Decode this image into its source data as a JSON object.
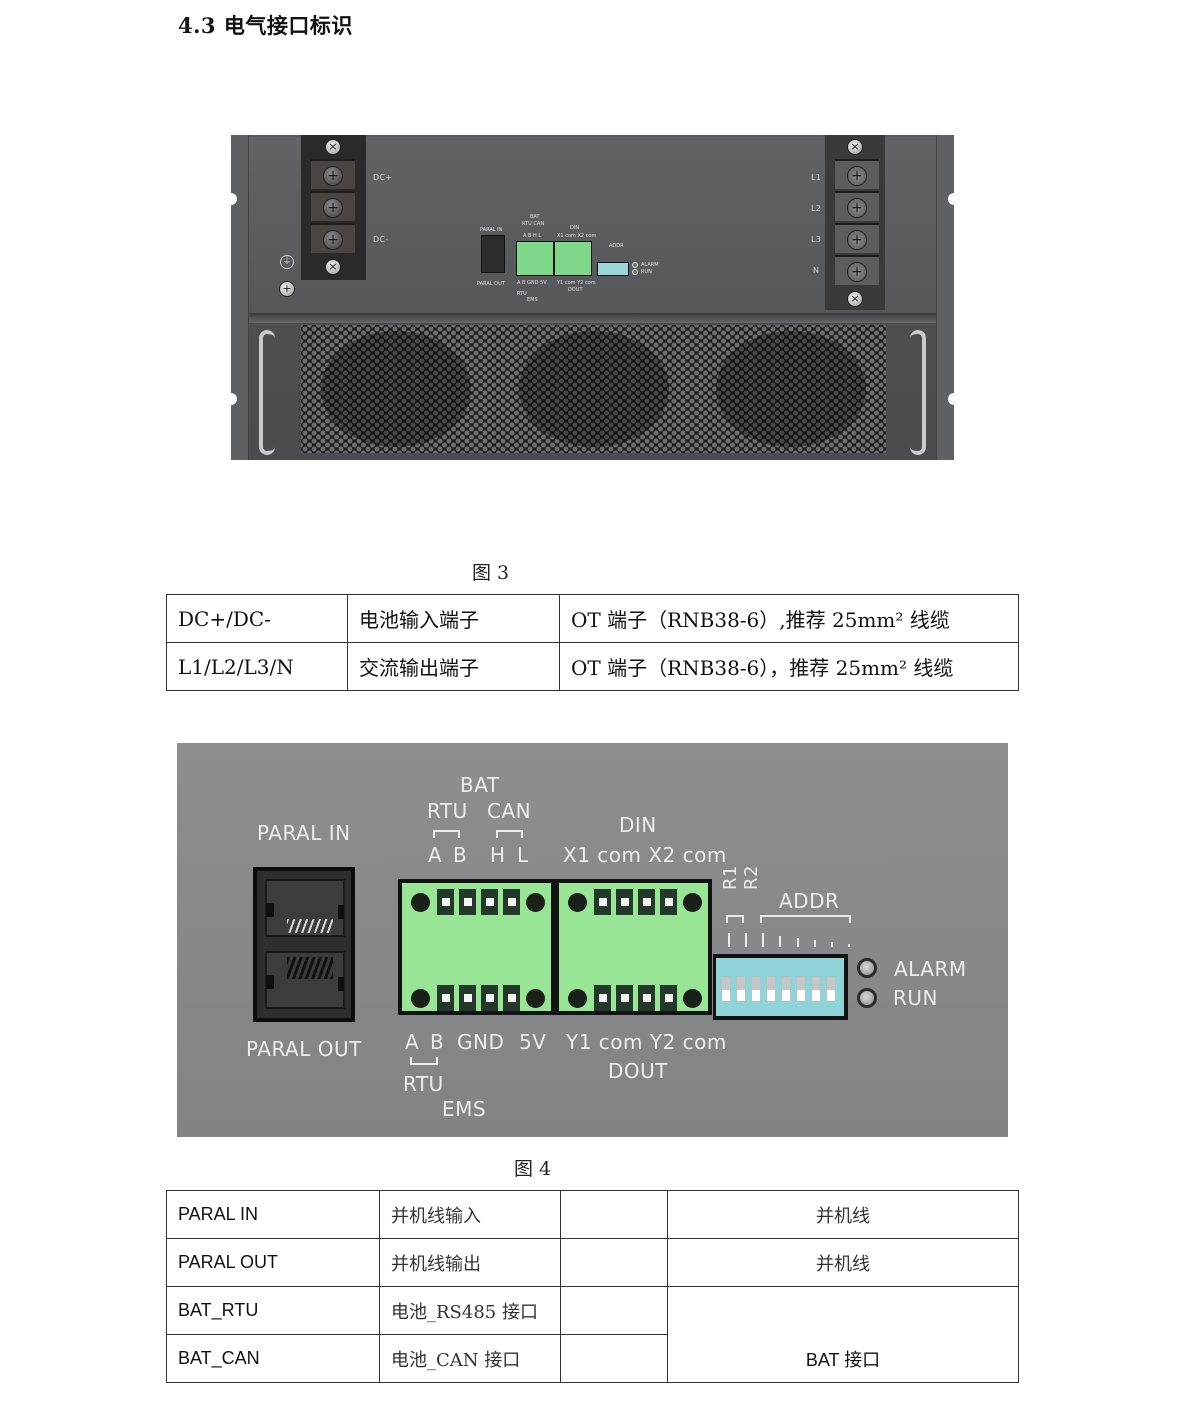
{
  "section": {
    "title": "4.3 电气接口标识"
  },
  "figure3": {
    "caption": "图 3",
    "device_labels": {
      "dc_plus": "DC+",
      "dc_minus": "DC-",
      "l1": "L1",
      "l2": "L2",
      "l3": "L3",
      "n": "N",
      "paral_in": "PARAL IN",
      "paral_out": "PARAL OUT",
      "bat": "BAT",
      "rtu_can": "RTU  CAN",
      "ab_hl": "A  B   H  L",
      "din": "DIN",
      "x_com": "X1 com X2 com",
      "addr": "ADDR",
      "alarm": "ALARM",
      "run": "RUN",
      "bottom_pins": "A  B  GND  5V",
      "y_com": "Y1 com Y2 com",
      "rtu": "RTU",
      "dout": "DOUT",
      "ems": "EMS"
    }
  },
  "table1": {
    "rows": [
      {
        "port": "DC+/DC-",
        "name": "电池输入端子",
        "spec": "OT 端子（RNB38-6）,推荐 25mm² 线缆"
      },
      {
        "port": "L1/L2/L3/N",
        "name": "交流输出端子",
        "spec": "OT 端子（RNB38-6），推荐 25mm² 线缆"
      }
    ]
  },
  "figure4": {
    "caption": "图 4",
    "labels": {
      "paral_in": "PARAL IN",
      "paral_out": "PARAL OUT",
      "bat": "BAT",
      "rtu_top": "RTU",
      "can_top": "CAN",
      "a_top": "A",
      "b_top": "B",
      "h_top": "H",
      "l_top": "L",
      "din": "DIN",
      "x_com": "X1 com X2 com",
      "r1": "R1",
      "r2": "R2",
      "addr": "ADDR",
      "alarm": "ALARM",
      "run": "RUN",
      "a_bot": "A",
      "b_bot": "B",
      "gnd": "GND",
      "v5": "5V",
      "rtu_bot": "RTU",
      "ems": "EMS",
      "y_com": "Y1 com Y2 com",
      "dout": "DOUT"
    },
    "colors": {
      "terminal_green": "#98e596",
      "dip_cyan": "#8fd4d8",
      "panel_grey": "#888a8c"
    }
  },
  "table2": {
    "rows": [
      {
        "port": "PARAL IN",
        "name": "并机线输入",
        "extra": "",
        "group": "并机线"
      },
      {
        "port": "PARAL OUT",
        "name": "并机线输出",
        "extra": "",
        "group": "并机线"
      },
      {
        "port": "BAT_RTU",
        "name": "电池_RS485 接口",
        "extra": ""
      },
      {
        "port": "BAT_CAN",
        "name": "电池_CAN 接口",
        "extra": ""
      }
    ],
    "merged_group": "BAT 接口"
  }
}
